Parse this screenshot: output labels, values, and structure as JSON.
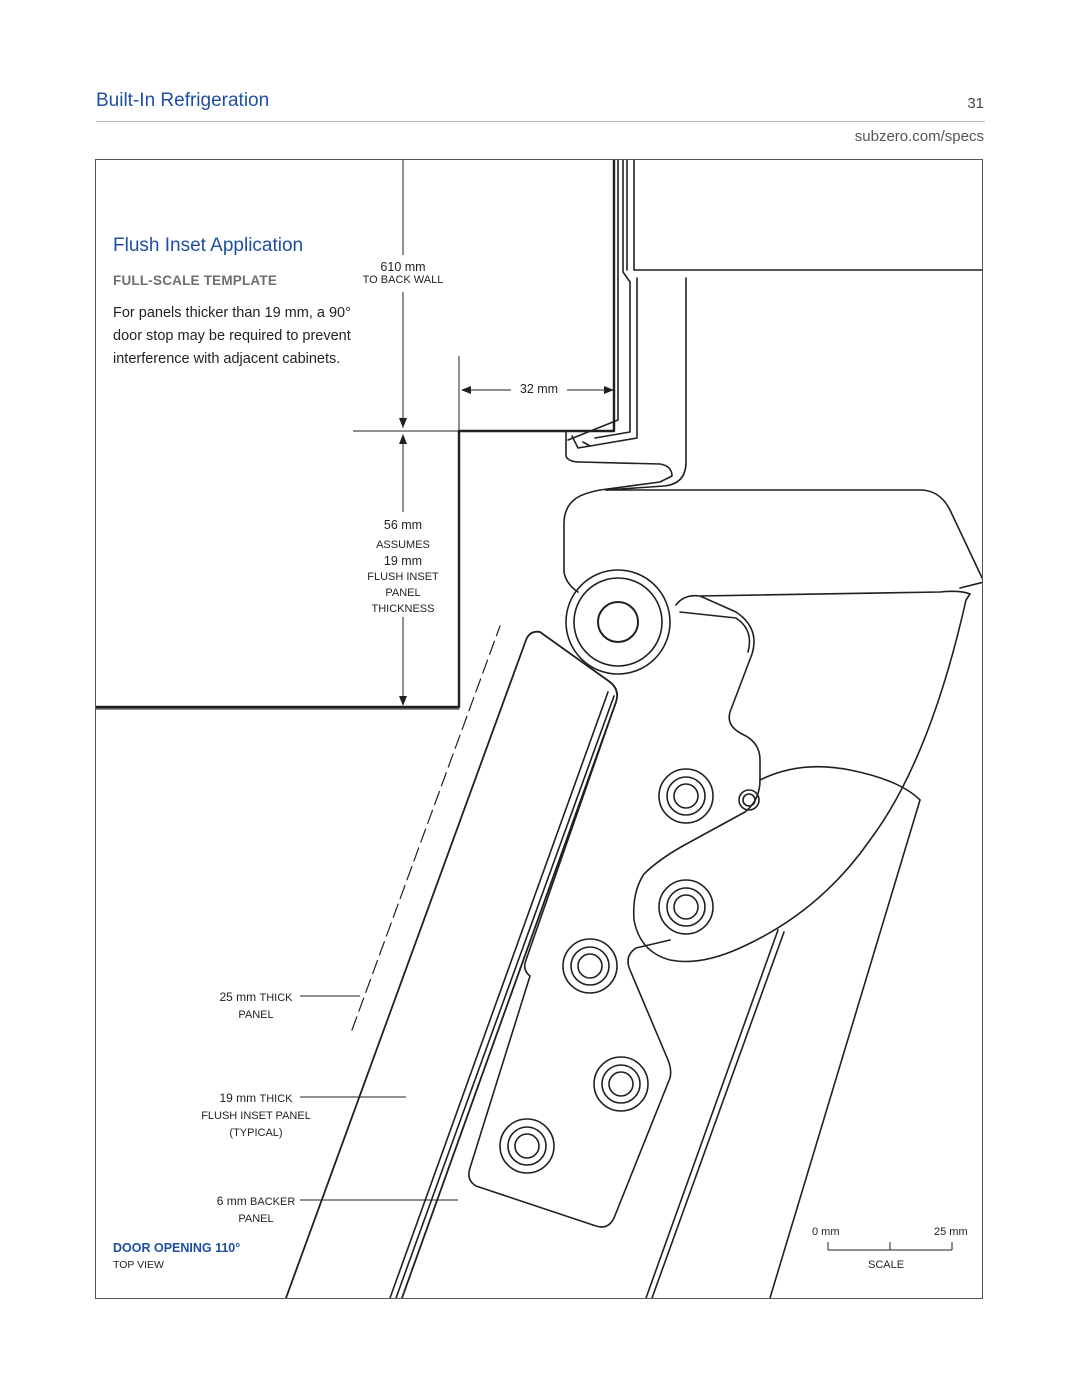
{
  "header": {
    "title": "Built-In Refrigeration",
    "page_number": "31",
    "url": "subzero.com/specs"
  },
  "section": {
    "title": "Flush Inset Application",
    "subtitle": "FULL-SCALE TEMPLATE",
    "body": "For panels thicker than 19 mm, a 90° door stop may be required to prevent interference with adjacent cabinets."
  },
  "dimensions": {
    "back_wall_value": "610 mm",
    "back_wall_note": "TO BACK WALL",
    "gap_value": "32 mm",
    "depth_value": "56 mm",
    "depth_note_1": "ASSUMES",
    "depth_note_2": "19 mm",
    "depth_note_3": "FLUSH INSET",
    "depth_note_4": "PANEL",
    "depth_note_5": "THICKNESS"
  },
  "callouts": {
    "thick_panel_value": "25 mm",
    "thick_panel_text_1": "THICK",
    "thick_panel_text_2": "PANEL",
    "flush_panel_value": "19 mm",
    "flush_panel_text_1": "THICK",
    "flush_panel_text_2": "FLUSH INSET PANEL",
    "flush_panel_text_3": "(TYPICAL)",
    "backer_value": "6 mm",
    "backer_text_1": "BACKER",
    "backer_text_2": "PANEL"
  },
  "footer": {
    "door_opening": "DOOR OPENING 110°",
    "view": "TOP VIEW"
  },
  "scale": {
    "start": "0 mm",
    "end": "25 mm",
    "label": "SCALE"
  },
  "colors": {
    "accent": "#1f4fa0",
    "line": "#231f20",
    "subtitle": "#6d6e71"
  }
}
